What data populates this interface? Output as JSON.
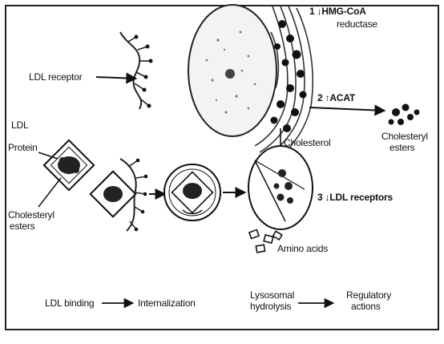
{
  "labels": {
    "hmg_step": "1 ↓HMG-CoA",
    "hmg_cont": "reductase",
    "ldl_receptor": "LDL receptor",
    "acat_step": "2 ↑ACAT",
    "ldl": "LDL",
    "protein": "Protein",
    "cholesterol": "Cholesterol",
    "cholesteryl_esters_right_1": "Cholesteryl",
    "cholesteryl_esters_right_2": "esters",
    "ldl_receptors_step": "3 ↓LDL receptors",
    "cholesteryl_esters_left_1": "Cholesteryl",
    "cholesteryl_esters_left_2": "esters",
    "amino_acids": "Amino acids",
    "ldl_binding": "LDL binding",
    "internalization": "Internalization",
    "lysosomal_1": "Lysosomal",
    "lysosomal_2": "hydrolysis",
    "regulatory_1": "Regulatory",
    "regulatory_2": "actions"
  }
}
